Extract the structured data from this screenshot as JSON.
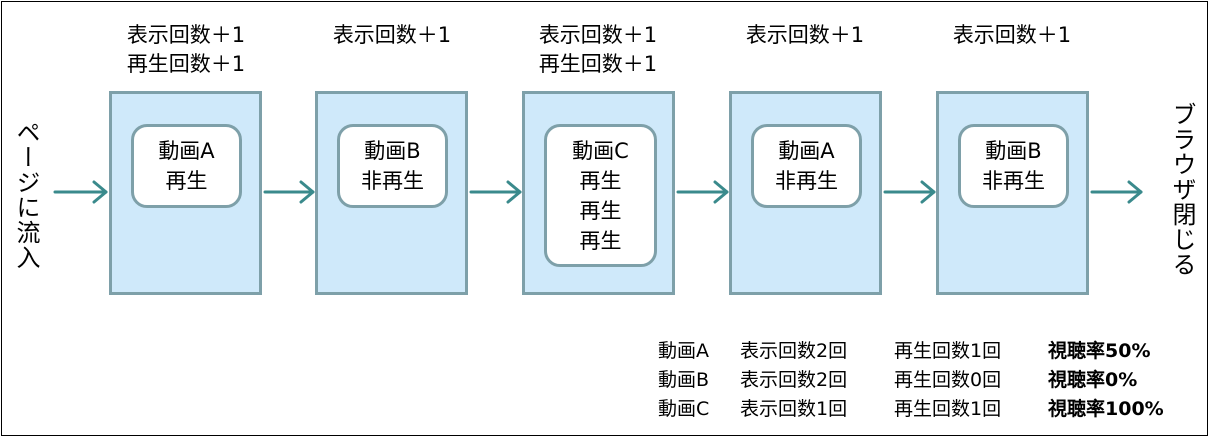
{
  "entry_label": "ページに流入",
  "exit_label": "ブラウザ閉じる",
  "steps": [
    {
      "header": [
        "表示回数＋1",
        "再生回数＋1"
      ],
      "video": "動画A",
      "states": [
        "再生"
      ]
    },
    {
      "header": [
        "表示回数＋1"
      ],
      "video": "動画B",
      "states": [
        "非再生"
      ]
    },
    {
      "header": [
        "表示回数＋1",
        "再生回数＋1"
      ],
      "video": "動画C",
      "states": [
        "再生",
        "再生",
        "再生"
      ]
    },
    {
      "header": [
        "表示回数＋1"
      ],
      "video": "動画A",
      "states": [
        "非再生"
      ]
    },
    {
      "header": [
        "表示回数＋1"
      ],
      "video": "動画B",
      "states": [
        "非再生"
      ]
    }
  ],
  "summary": [
    {
      "video": "動画A",
      "impressions": "表示回数2回",
      "plays": "再生回数1回",
      "rate": "視聴率50%"
    },
    {
      "video": "動画B",
      "impressions": "表示回数2回",
      "plays": "再生回数0回",
      "rate": "視聴率0%"
    },
    {
      "video": "動画C",
      "impressions": "表示回数1回",
      "plays": "再生回数1回",
      "rate": "視聴率100%"
    }
  ],
  "colors": {
    "box_fill": "#cfe9fa",
    "box_border": "#7ea0a9",
    "arrow": "#3a8a8c",
    "inner_fill": "#ffffff"
  }
}
